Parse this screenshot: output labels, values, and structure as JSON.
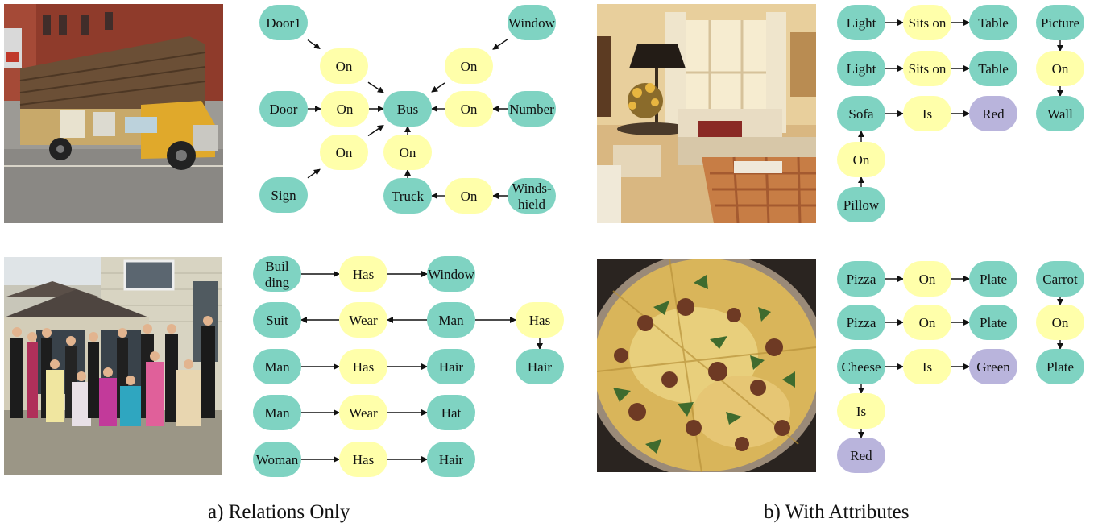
{
  "colors": {
    "object": "#7fd3c2",
    "relation": "#ffffaa",
    "attribute": "#b9b4dc",
    "edge": "#111111"
  },
  "captions": {
    "left": "a) Relations Only",
    "right": "b) With Attributes"
  },
  "photos": {
    "bus": "bus-photo",
    "group": "group-photo",
    "room": "room-photo",
    "pizza": "pizza-photo"
  },
  "graphs": {
    "bus": {
      "nodes": [
        {
          "id": "door1",
          "kind": "object",
          "lines": [
            "Door1"
          ]
        },
        {
          "id": "window",
          "kind": "object",
          "lines": [
            "Window"
          ]
        },
        {
          "id": "on1",
          "kind": "relation",
          "lines": [
            "On"
          ]
        },
        {
          "id": "on2",
          "kind": "relation",
          "lines": [
            "On"
          ]
        },
        {
          "id": "door",
          "kind": "object",
          "lines": [
            "Door"
          ]
        },
        {
          "id": "on3",
          "kind": "relation",
          "lines": [
            "On"
          ]
        },
        {
          "id": "bus",
          "kind": "object",
          "lines": [
            "Bus"
          ]
        },
        {
          "id": "on4",
          "kind": "relation",
          "lines": [
            "On"
          ]
        },
        {
          "id": "number",
          "kind": "object",
          "lines": [
            "Number"
          ]
        },
        {
          "id": "on5",
          "kind": "relation",
          "lines": [
            "On"
          ]
        },
        {
          "id": "on6",
          "kind": "relation",
          "lines": [
            "On"
          ]
        },
        {
          "id": "sign",
          "kind": "object",
          "lines": [
            "Sign"
          ]
        },
        {
          "id": "truck",
          "kind": "object",
          "lines": [
            "Truck"
          ]
        },
        {
          "id": "on7",
          "kind": "relation",
          "lines": [
            "On"
          ]
        },
        {
          "id": "windshield",
          "kind": "object",
          "lines": [
            "Winds-",
            "hield"
          ]
        }
      ],
      "edges": [
        [
          "door1",
          "on1"
        ],
        [
          "on1",
          "bus"
        ],
        [
          "window",
          "on2"
        ],
        [
          "on2",
          "bus"
        ],
        [
          "door",
          "on3"
        ],
        [
          "on3",
          "bus"
        ],
        [
          "number",
          "on4"
        ],
        [
          "on4",
          "bus"
        ],
        [
          "sign",
          "on5"
        ],
        [
          "on5",
          "bus"
        ],
        [
          "truck",
          "on6"
        ],
        [
          "on6",
          "bus"
        ],
        [
          "windshield",
          "on7"
        ],
        [
          "on7",
          "truck"
        ]
      ]
    },
    "group": {
      "nodes": [
        {
          "id": "building",
          "kind": "object",
          "lines": [
            "Buil",
            "ding"
          ]
        },
        {
          "id": "has1",
          "kind": "relation",
          "lines": [
            "Has"
          ]
        },
        {
          "id": "window",
          "kind": "object",
          "lines": [
            "Window"
          ]
        },
        {
          "id": "suit",
          "kind": "object",
          "lines": [
            "Suit"
          ]
        },
        {
          "id": "wear1",
          "kind": "relation",
          "lines": [
            "Wear"
          ]
        },
        {
          "id": "man1",
          "kind": "object",
          "lines": [
            "Man"
          ]
        },
        {
          "id": "has2",
          "kind": "relation",
          "lines": [
            "Has"
          ]
        },
        {
          "id": "hair1",
          "kind": "object",
          "lines": [
            "Hair"
          ]
        },
        {
          "id": "man2",
          "kind": "object",
          "lines": [
            "Man"
          ]
        },
        {
          "id": "has3",
          "kind": "relation",
          "lines": [
            "Has"
          ]
        },
        {
          "id": "hair2",
          "kind": "object",
          "lines": [
            "Hair"
          ]
        },
        {
          "id": "man3",
          "kind": "object",
          "lines": [
            "Man"
          ]
        },
        {
          "id": "wear2",
          "kind": "relation",
          "lines": [
            "Wear"
          ]
        },
        {
          "id": "hat",
          "kind": "object",
          "lines": [
            "Hat"
          ]
        },
        {
          "id": "woman",
          "kind": "object",
          "lines": [
            "Woman"
          ]
        },
        {
          "id": "has4",
          "kind": "relation",
          "lines": [
            "Has"
          ]
        },
        {
          "id": "hair3",
          "kind": "object",
          "lines": [
            "Hair"
          ]
        }
      ],
      "edges": [
        [
          "building",
          "has1"
        ],
        [
          "has1",
          "window"
        ],
        [
          "man1",
          "wear1"
        ],
        [
          "wear1",
          "suit"
        ],
        [
          "man1",
          "has2"
        ],
        [
          "has2",
          "hair1"
        ],
        [
          "man2",
          "has3"
        ],
        [
          "has3",
          "hair2"
        ],
        [
          "man3",
          "wear2"
        ],
        [
          "wear2",
          "hat"
        ],
        [
          "woman",
          "has4"
        ],
        [
          "has4",
          "hair3"
        ]
      ]
    },
    "room": {
      "nodes": [
        {
          "id": "light1",
          "kind": "object",
          "lines": [
            "Light"
          ]
        },
        {
          "id": "sits1",
          "kind": "relation",
          "lines": [
            "Sits on"
          ]
        },
        {
          "id": "table1",
          "kind": "object",
          "lines": [
            "Table"
          ]
        },
        {
          "id": "picture",
          "kind": "object",
          "lines": [
            "Picture"
          ]
        },
        {
          "id": "light2",
          "kind": "object",
          "lines": [
            "Light"
          ]
        },
        {
          "id": "sits2",
          "kind": "relation",
          "lines": [
            "Sits on"
          ]
        },
        {
          "id": "table2",
          "kind": "object",
          "lines": [
            "Table"
          ]
        },
        {
          "id": "on1",
          "kind": "relation",
          "lines": [
            "On"
          ]
        },
        {
          "id": "sofa",
          "kind": "object",
          "lines": [
            "Sofa"
          ]
        },
        {
          "id": "is1",
          "kind": "relation",
          "lines": [
            "Is"
          ]
        },
        {
          "id": "red",
          "kind": "attribute",
          "lines": [
            "Red"
          ]
        },
        {
          "id": "wall",
          "kind": "object",
          "lines": [
            "Wall"
          ]
        },
        {
          "id": "on2",
          "kind": "relation",
          "lines": [
            "On"
          ]
        },
        {
          "id": "pillow",
          "kind": "object",
          "lines": [
            "Pillow"
          ]
        }
      ],
      "edges": [
        [
          "light1",
          "sits1"
        ],
        [
          "sits1",
          "table1"
        ],
        [
          "light2",
          "sits2"
        ],
        [
          "sits2",
          "table2"
        ],
        [
          "picture",
          "on1"
        ],
        [
          "on1",
          "wall"
        ],
        [
          "sofa",
          "is1"
        ],
        [
          "is1",
          "red"
        ],
        [
          "pillow",
          "on2"
        ],
        [
          "on2",
          "sofa"
        ]
      ]
    },
    "pizza": {
      "nodes": [
        {
          "id": "pizza1",
          "kind": "object",
          "lines": [
            "Pizza"
          ]
        },
        {
          "id": "on1",
          "kind": "relation",
          "lines": [
            "On"
          ]
        },
        {
          "id": "plate1",
          "kind": "object",
          "lines": [
            "Plate"
          ]
        },
        {
          "id": "carrot",
          "kind": "object",
          "lines": [
            "Carrot"
          ]
        },
        {
          "id": "pizza2",
          "kind": "object",
          "lines": [
            "Pizza"
          ]
        },
        {
          "id": "on2",
          "kind": "relation",
          "lines": [
            "On"
          ]
        },
        {
          "id": "plate2",
          "kind": "object",
          "lines": [
            "Plate"
          ]
        },
        {
          "id": "on3",
          "kind": "relation",
          "lines": [
            "On"
          ]
        },
        {
          "id": "cheese",
          "kind": "object",
          "lines": [
            "Cheese"
          ]
        },
        {
          "id": "is1",
          "kind": "relation",
          "lines": [
            "Is"
          ]
        },
        {
          "id": "green",
          "kind": "attribute",
          "lines": [
            "Green"
          ]
        },
        {
          "id": "plate3",
          "kind": "object",
          "lines": [
            "Plate"
          ]
        },
        {
          "id": "is2",
          "kind": "relation",
          "lines": [
            "Is"
          ]
        },
        {
          "id": "red",
          "kind": "attribute",
          "lines": [
            "Red"
          ]
        }
      ],
      "edges": [
        [
          "pizza1",
          "on1"
        ],
        [
          "on1",
          "plate1"
        ],
        [
          "pizza2",
          "on2"
        ],
        [
          "on2",
          "plate2"
        ],
        [
          "carrot",
          "on3"
        ],
        [
          "on3",
          "plate3"
        ],
        [
          "cheese",
          "is1"
        ],
        [
          "is1",
          "green"
        ],
        [
          "cheese",
          "is2"
        ],
        [
          "is2",
          "red"
        ]
      ]
    }
  }
}
